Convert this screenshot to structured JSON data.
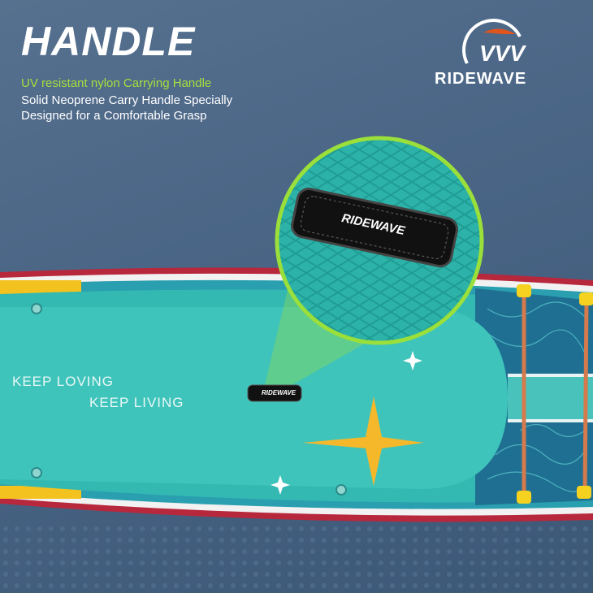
{
  "header": {
    "title": "HANDLE",
    "highlight": "UV resistant nylon Carrying Handle",
    "line1": "Solid Neoprene Carry Handle Specially",
    "line2": "Designed for a Comfortable Grasp"
  },
  "brand": {
    "name": "RIDEWAVE"
  },
  "board": {
    "slogan1": "KEEP LOVING",
    "slogan2": "KEEP LIVING",
    "handle_label": "RIDEWAVE",
    "zoom_handle_label": "RIDEWAVE"
  },
  "colors": {
    "accent": "#a6e03c",
    "board": "#2fb8b2",
    "star": "#f4b82a"
  }
}
